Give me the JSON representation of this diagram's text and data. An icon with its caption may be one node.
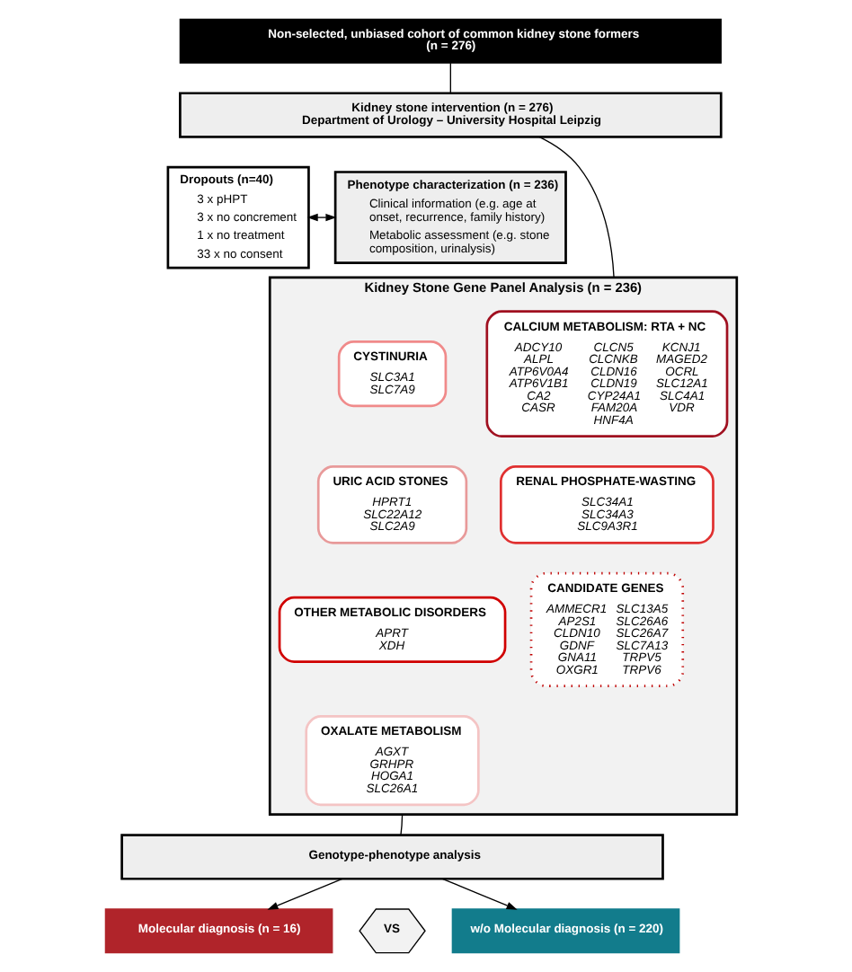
{
  "diagram": {
    "nodes": [
      {
        "text": [
          "Non-selected, unbiased cohort of common kidney stone formers",
          "(n = 276)"
        ]
      },
      {
        "text": [
          "Kidney stone intervention (n = 276)",
          "Department of Urology – University Hospital Leipzig"
        ]
      },
      {
        "text": [
          "Dropouts (n=40)",
          "3 x pHPT",
          "3 x no concrement",
          "1 x no treatment",
          "33 x no consent"
        ]
      },
      {
        "text": [
          "Phenotype characterization (n = 236)",
          "Clinical information (e.g. age at onset, recurrence, family history)",
          "Metabolic assessment (e.g. stone composition, urinalysis)"
        ]
      },
      {
        "text": [
          "Kidney Stone Gene Panel Analysis (n = 236)"
        ]
      },
      {
        "text": [
          "CALCIUM METABOLISM: RTA + NC",
          "ADCY10 ALPL ATP6V0A4 ATP6V1B1 CA2 CASR",
          "CLCN5 CLCNKB CLDN16 CLDN19 CYP24A1 FAM20A HNF4A",
          "KCNJ1 MAGED2 OCRL SLC12A1 SLC4A1 VDR"
        ],
        "in": 4
      },
      {
        "text": [
          "RENAL PHOSPHATE-WASTING",
          "SLC34A1 SLC34A3 SLC9A3R1"
        ],
        "in": 4
      },
      {
        "text": [
          "CANDIDATE GENES",
          "AMMECR1 AP2S1 CLDN10 GDNF GNA11 OXGR1",
          "SLC13A5 SLC26A6 SLC26A7 SLC7A13 TRPV5 TRPV6"
        ],
        "in": 4
      },
      {
        "text": [
          "CYSTINURIA",
          "SLC3A1 SLC7A9"
        ],
        "in": 4
      },
      {
        "text": [
          "URIC ACID STONES",
          "HPRT1 SLC22A12 SLC2A9"
        ],
        "in": 4
      },
      {
        "text": [
          "OTHER METABOLIC DISORDERS",
          "APRT XDH"
        ],
        "in": 4
      },
      {
        "text": [
          "OXALATE METABOLISM",
          "AGXT GRHPR HOGA1 SLC26A1"
        ],
        "in": 4
      },
      {
        "text": [
          "Genotype-phenotype analysis"
        ]
      },
      {
        "text": [
          "Molecular diagnosis (n = 16)"
        ]
      },
      {
        "text": [
          "VS"
        ]
      },
      {
        "text": [
          "w/o Molecular diagnosis (n = 220)"
        ]
      }
    ],
    "edges": [
      {
        "from": 0,
        "to": 1,
        "arrow": "none"
      },
      {
        "from": 1,
        "to": 4,
        "arrow": "none"
      },
      {
        "from": 2,
        "to": 3,
        "arrow": "both"
      },
      {
        "from": 4,
        "to": 12,
        "arrow": "none"
      },
      {
        "from": 12,
        "to": 13,
        "arrow": "to"
      },
      {
        "from": 12,
        "to": 15,
        "arrow": "to"
      }
    ]
  }
}
